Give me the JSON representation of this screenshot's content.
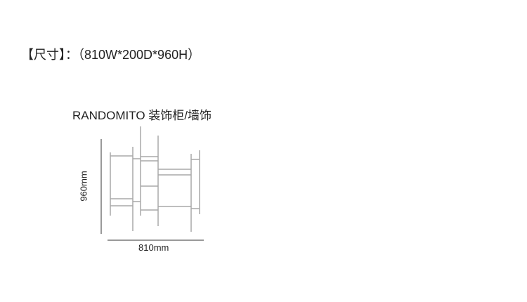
{
  "size_label": "【尺寸】：（810W*200D*960H）",
  "product_name": "RANDOMITO 装饰柜/墙饰",
  "height_dim": "960mm",
  "width_dim": "810mm",
  "colors": {
    "structure": "#a8a8a8",
    "dimension_line": "#333333"
  }
}
